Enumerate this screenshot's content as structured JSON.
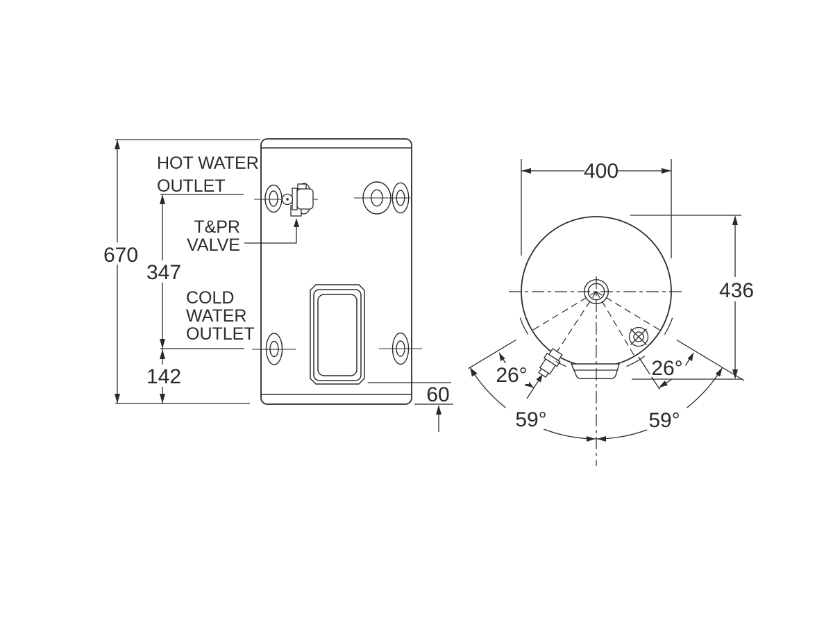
{
  "drawing": {
    "front_view": {
      "labels": {
        "hot_water_line1": "HOT WATER",
        "hot_water_line2": "OUTLET",
        "tpr_line1": "T&PR",
        "tpr_line2": "VALVE",
        "cold_line1": "COLD",
        "cold_line2": "WATER",
        "cold_line3": "OUTLET"
      },
      "dimensions": {
        "overall_height": "670",
        "outlet_spacing": "347",
        "cold_outlet_height": "142",
        "base_clearance": "60"
      }
    },
    "plan_view": {
      "dimensions": {
        "diameter": "400",
        "overall_depth": "436",
        "valve_angle_left": "26°",
        "element_angle_right": "26°",
        "sweep_angle_left": "59°",
        "sweep_angle_right": "59°"
      }
    },
    "colors": {
      "line": "#2a2a2a",
      "background": "#ffffff"
    }
  }
}
